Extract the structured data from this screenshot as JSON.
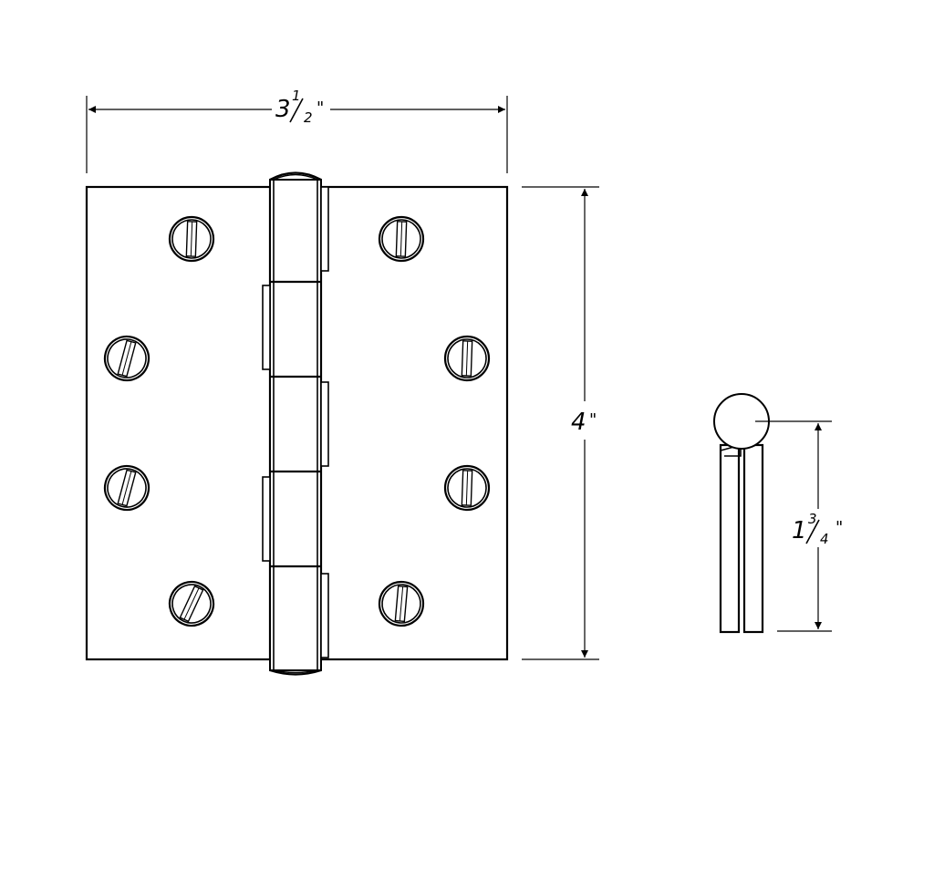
{
  "colors": {
    "line": "#000000",
    "background": "#ffffff"
  },
  "dimensions": {
    "width": {
      "whole": "3",
      "numerator": "1",
      "denominator": "2",
      "unit": "\""
    },
    "height": {
      "whole": "4",
      "unit": "\""
    },
    "leaf": {
      "whole": "1",
      "numerator": "3",
      "denominator": "4",
      "unit": "\""
    }
  },
  "icons": {
    "screw": "slotted-screw-icon",
    "arrowhead": "arrowhead-icon"
  }
}
